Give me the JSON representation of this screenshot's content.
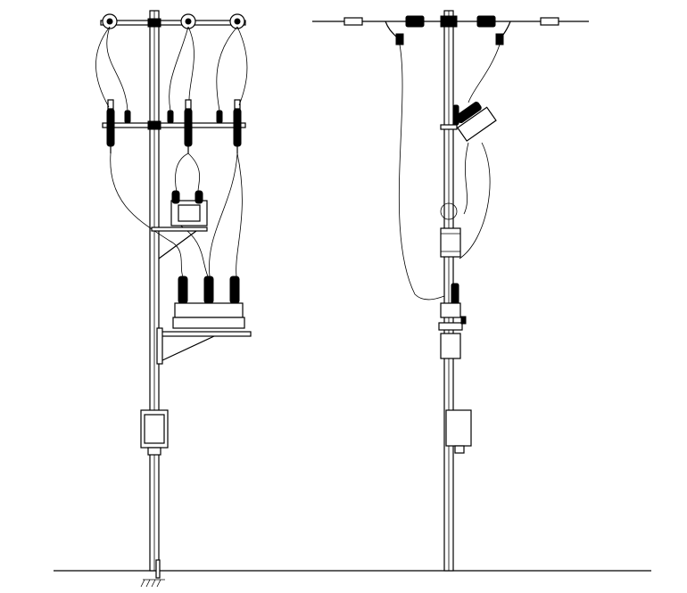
{
  "drawing": {
    "type": "pole-mounted equipment elevation drawing",
    "views": [
      "front-view",
      "side-view"
    ]
  },
  "colors": {
    "line": "#000000",
    "background": "#ffffff"
  }
}
